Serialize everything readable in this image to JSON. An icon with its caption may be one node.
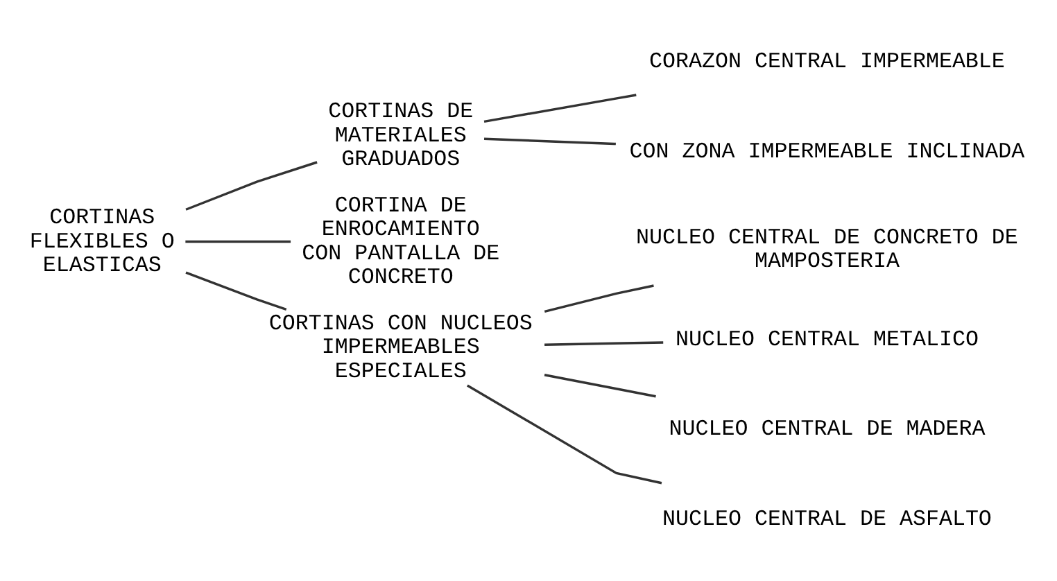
{
  "diagram": {
    "nodes": [
      {
        "text": [
          "CORTINAS FLEXIBLES O ELASTICAS"
        ]
      },
      {
        "text": [
          "CORTINAS DE MATERIALES GRADUADOS"
        ]
      },
      {
        "text": [
          "CORAZON CENTRAL IMPERMEABLE"
        ]
      },
      {
        "text": [
          "CON ZONA IMPERMEABLE INCLINADA"
        ]
      },
      {
        "text": [
          "CORTINA DE ENROCAMIENTO CON PANTALLA DE CONCRETO"
        ]
      },
      {
        "text": [
          "CORTINAS CON NUCLEOS IMPERMEABLES ESPECIALES"
        ]
      },
      {
        "text": [
          "NUCLEO CENTRAL DE CONCRETO DE MAMPOSTERIA"
        ]
      },
      {
        "text": [
          "NUCLEO CENTRAL METALICO"
        ]
      },
      {
        "text": [
          "NUCLEO CENTRAL DE MADERA"
        ]
      },
      {
        "text": [
          "NUCLEO CENTRAL DE ASFALTO"
        ]
      }
    ],
    "edges": [
      {
        "from": 0,
        "to": 1,
        "arrow": "none"
      },
      {
        "from": 0,
        "to": 4,
        "arrow": "none"
      },
      {
        "from": 0,
        "to": 5,
        "arrow": "none"
      },
      {
        "from": 1,
        "to": 2,
        "arrow": "none"
      },
      {
        "from": 1,
        "to": 3,
        "arrow": "none"
      },
      {
        "from": 5,
        "to": 6,
        "arrow": "none"
      },
      {
        "from": 5,
        "to": 7,
        "arrow": "none"
      },
      {
        "from": 5,
        "to": 8,
        "arrow": "none"
      },
      {
        "from": 5,
        "to": 9,
        "arrow": "none"
      }
    ]
  }
}
